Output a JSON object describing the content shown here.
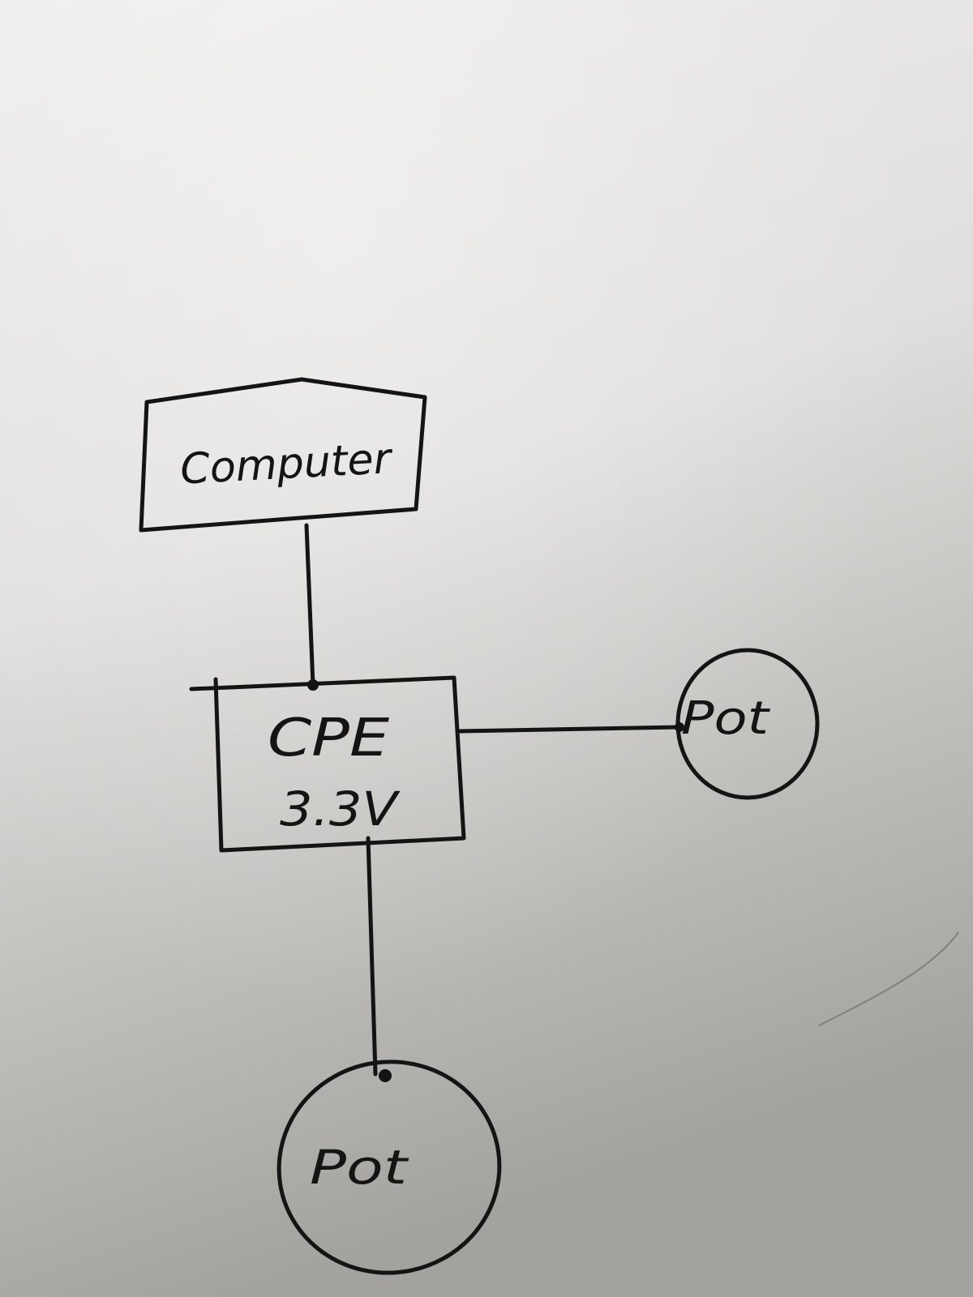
{
  "diagram": {
    "nodes": {
      "computer": {
        "label": "Computer"
      },
      "cpe": {
        "line1": "CPE",
        "line2": "3.3V"
      },
      "pot_right": {
        "label": "Pot"
      },
      "pot_bottom": {
        "label": "Pot"
      }
    },
    "edges": [
      {
        "from": "computer",
        "to": "cpe"
      },
      {
        "from": "cpe",
        "to": "pot_right"
      },
      {
        "from": "cpe",
        "to": "pot_bottom"
      }
    ]
  },
  "colors": {
    "ink": "#141414",
    "paper_top": "#ececea",
    "paper_bottom": "#a8a7a4"
  }
}
